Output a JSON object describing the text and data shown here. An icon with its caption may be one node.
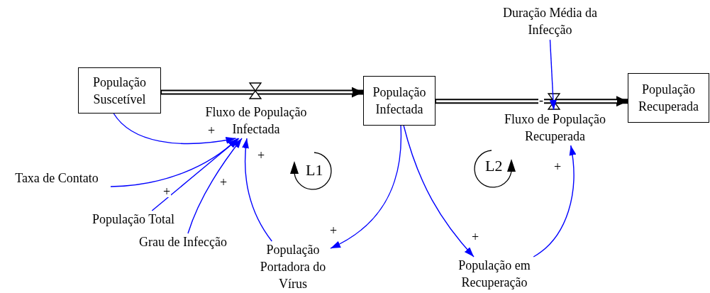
{
  "diagram": {
    "nodes": [
      {
        "text": [
          "População Suscetível"
        ]
      },
      {
        "text": [
          "Fluxo de População Infectada"
        ]
      },
      {
        "text": [
          "População Infectada"
        ]
      },
      {
        "text": [
          "Duração Média da Infecção"
        ]
      },
      {
        "text": [
          "Fluxo de População Recuperada"
        ]
      },
      {
        "text": [
          "População Recuperada"
        ]
      },
      {
        "text": [
          "Taxa de Contato"
        ]
      },
      {
        "text": [
          "População Total"
        ]
      },
      {
        "text": [
          "Grau de Infecção"
        ]
      },
      {
        "text": [
          "População Portadora do Vírus"
        ]
      },
      {
        "text": [
          "População em Recuperação"
        ]
      }
    ],
    "edges": [
      {
        "from": 0,
        "to": 2,
        "arrow": "to",
        "style": "thick",
        "color": "#000000"
      },
      {
        "from": 2,
        "to": 5,
        "arrow": "to",
        "style": "thick",
        "color": "#000000"
      },
      {
        "from": 0,
        "to": 1,
        "arrow": "to",
        "label": "+"
      },
      {
        "from": 6,
        "to": 1,
        "arrow": "to"
      },
      {
        "from": 7,
        "to": 1,
        "arrow": "to",
        "label": "+"
      },
      {
        "from": 8,
        "to": 1,
        "arrow": "to",
        "label": "+"
      },
      {
        "from": 9,
        "to": 1,
        "arrow": "to",
        "label": "+"
      },
      {
        "from": 2,
        "to": 9,
        "arrow": "to",
        "label": "+"
      },
      {
        "from": 2,
        "to": 10,
        "arrow": "to",
        "label": "+"
      },
      {
        "from": 10,
        "to": 4,
        "arrow": "to",
        "label": "+"
      },
      {
        "from": 3,
        "to": 4,
        "arrow": "to",
        "label": "-"
      }
    ],
    "labels": [
      "L1",
      "L2"
    ]
  }
}
